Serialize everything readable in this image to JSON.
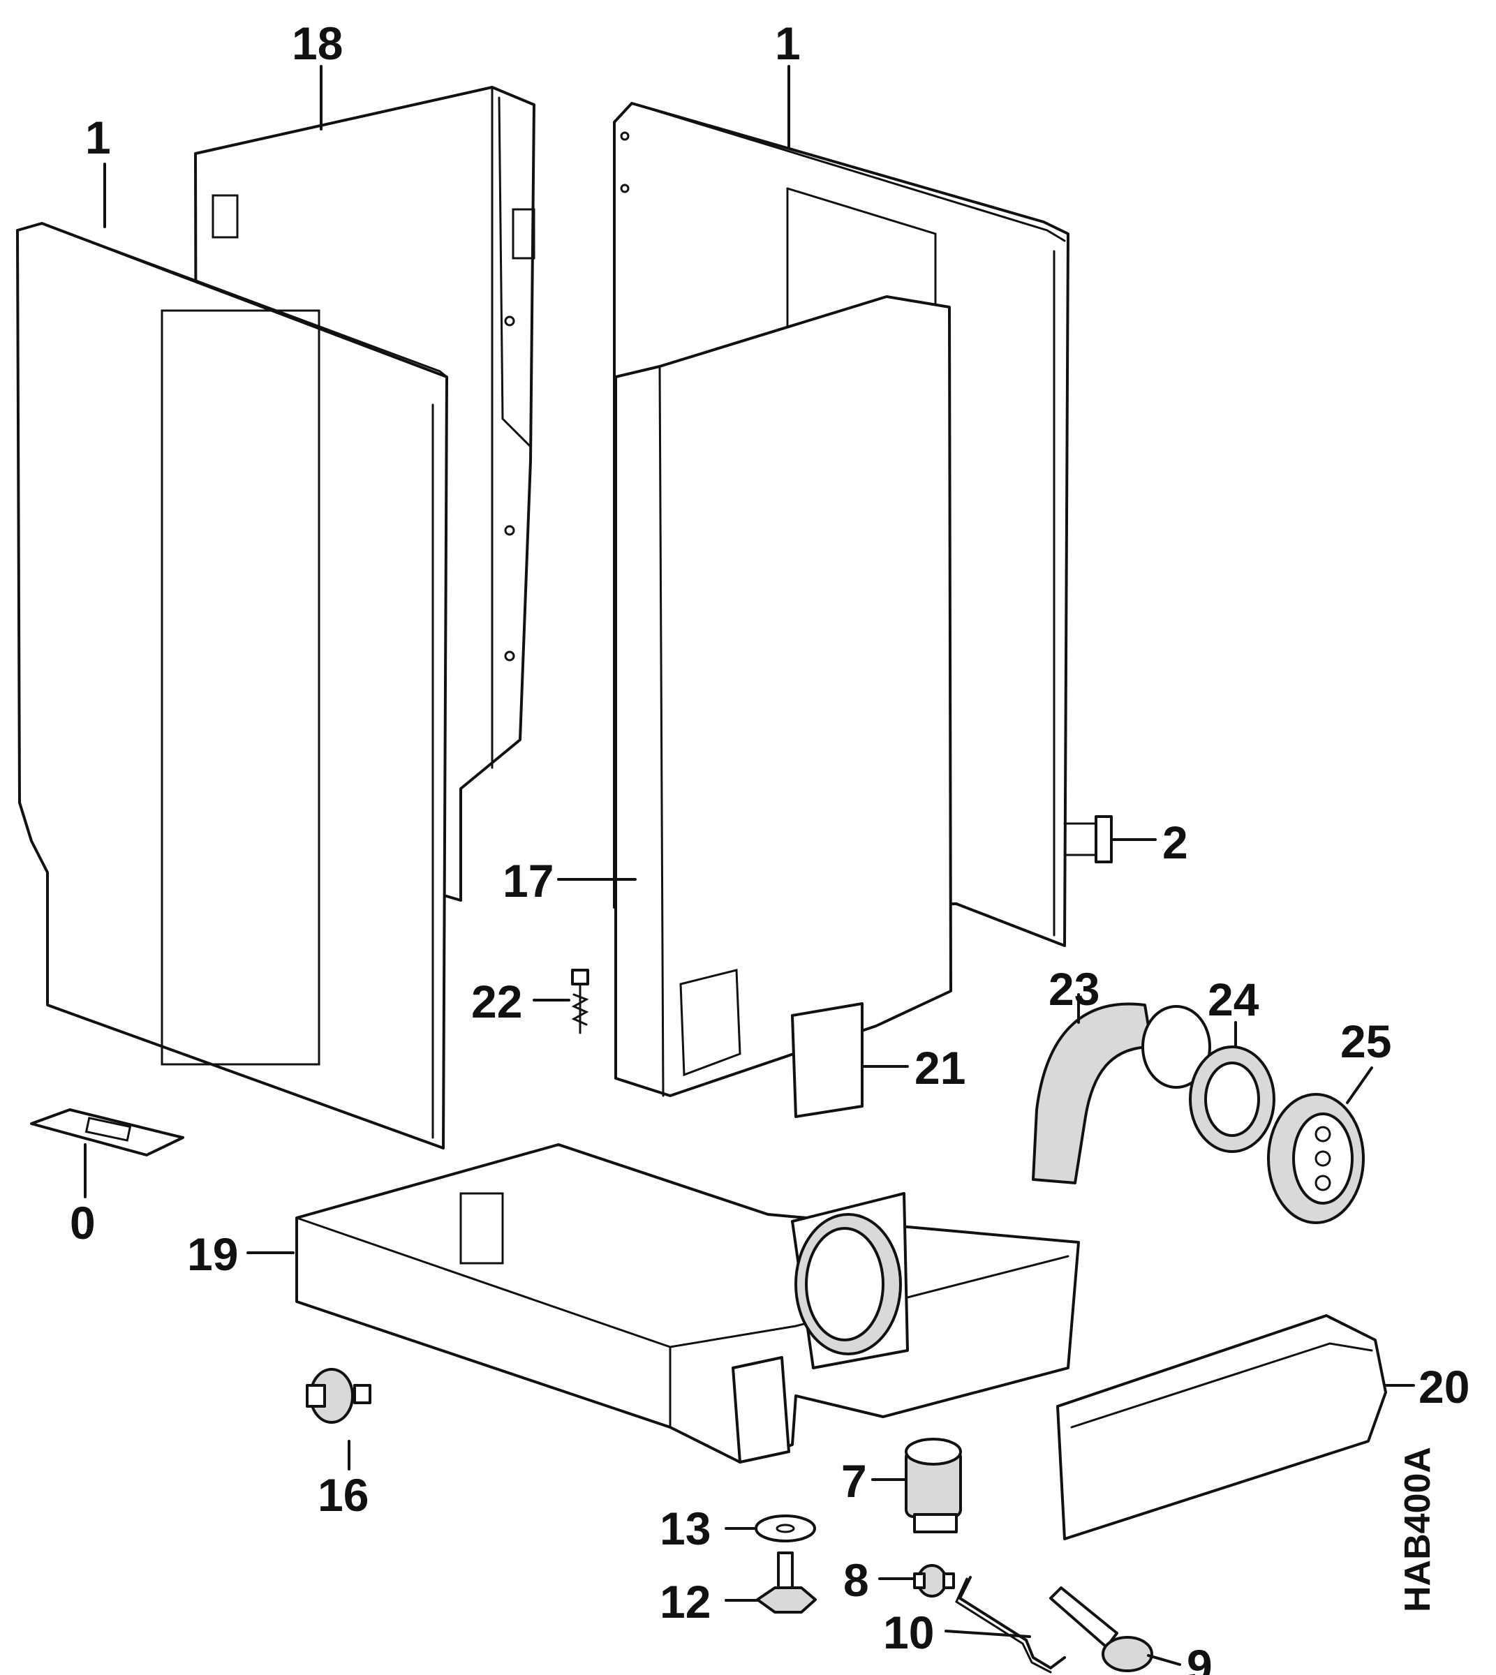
{
  "diagram_code": "HAB400A",
  "callouts": {
    "c0": "0",
    "c1_left": "1",
    "c1_right": "1",
    "c2": "2",
    "c7": "7",
    "c8": "8",
    "c9": "9",
    "c10": "10",
    "c12": "12",
    "c13": "13",
    "c16": "16",
    "c17": "17",
    "c18": "18",
    "c19": "19",
    "c20": "20",
    "c21": "21",
    "c22": "22",
    "c23": "23",
    "c24": "24",
    "c25": "25"
  }
}
